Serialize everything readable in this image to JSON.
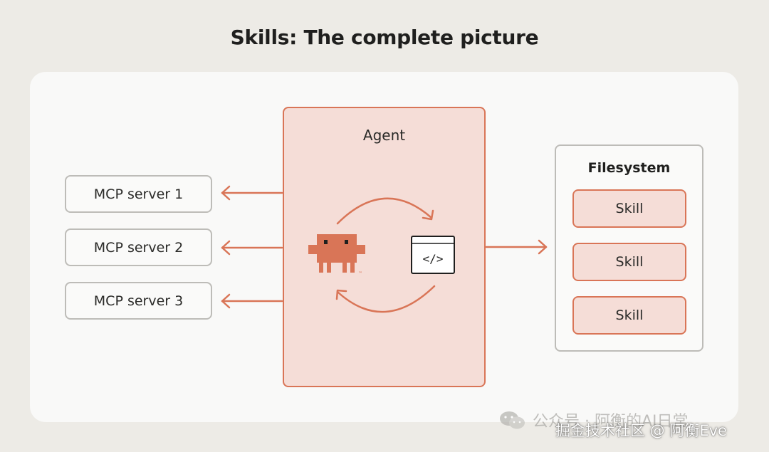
{
  "title": "Skills: The complete picture",
  "mcp_servers": [
    {
      "label": "MCP server 1"
    },
    {
      "label": "MCP server 2"
    },
    {
      "label": "MCP server 3"
    }
  ],
  "agent": {
    "label": "Agent",
    "icons": [
      "claude-crab-mascot-icon",
      "code-window-icon"
    ],
    "trademark": "™",
    "code_symbol": "</>"
  },
  "filesystem": {
    "label": "Filesystem",
    "skills": [
      {
        "label": "Skill"
      },
      {
        "label": "Skill"
      },
      {
        "label": "Skill"
      }
    ]
  },
  "watermark": {
    "line1": "公众号 · 阿衡的AI日常",
    "line2": "掘金技术社区 @ 阿衡Eve"
  },
  "colors": {
    "accent": "#d97557",
    "accent_fill": "#f5ddd7",
    "neutral_border": "#bdbcb8",
    "background": "#edebe6",
    "panel": "#f9f9f8"
  }
}
